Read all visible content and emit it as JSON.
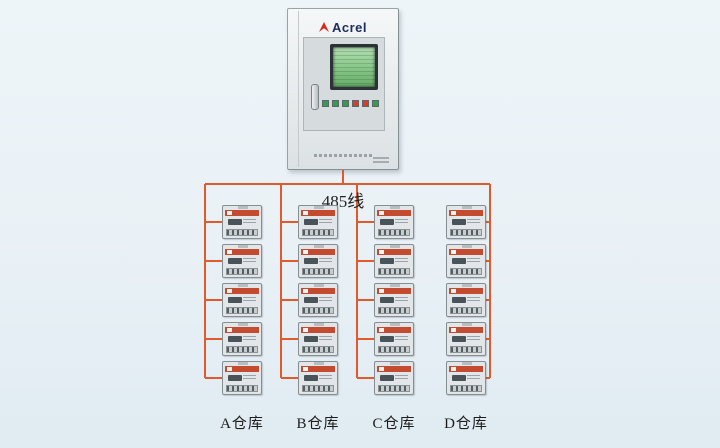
{
  "meta": {
    "background": "#e9f1f6",
    "line_color": "#e05a2b",
    "device_band_color": "#c24b30",
    "screen_color": "#8ecb8e",
    "brand_color": "#1c2c5e",
    "logo_mark_color": "#d22c1e"
  },
  "cabinet": {
    "brand": "Acrel",
    "indicator_colors": [
      "#2f9e4e",
      "#2f9e4e",
      "#2f9e4e",
      "#d23e2a",
      "#d23e2a",
      "#2f9e4e"
    ]
  },
  "bus": {
    "label": "485线"
  },
  "columns": [
    {
      "id": "A",
      "label": "A仓库",
      "devices": 5
    },
    {
      "id": "B",
      "label": "B仓库",
      "devices": 5
    },
    {
      "id": "C",
      "label": "C仓库",
      "devices": 5
    },
    {
      "id": "D",
      "label": "D仓库",
      "devices": 5
    }
  ]
}
